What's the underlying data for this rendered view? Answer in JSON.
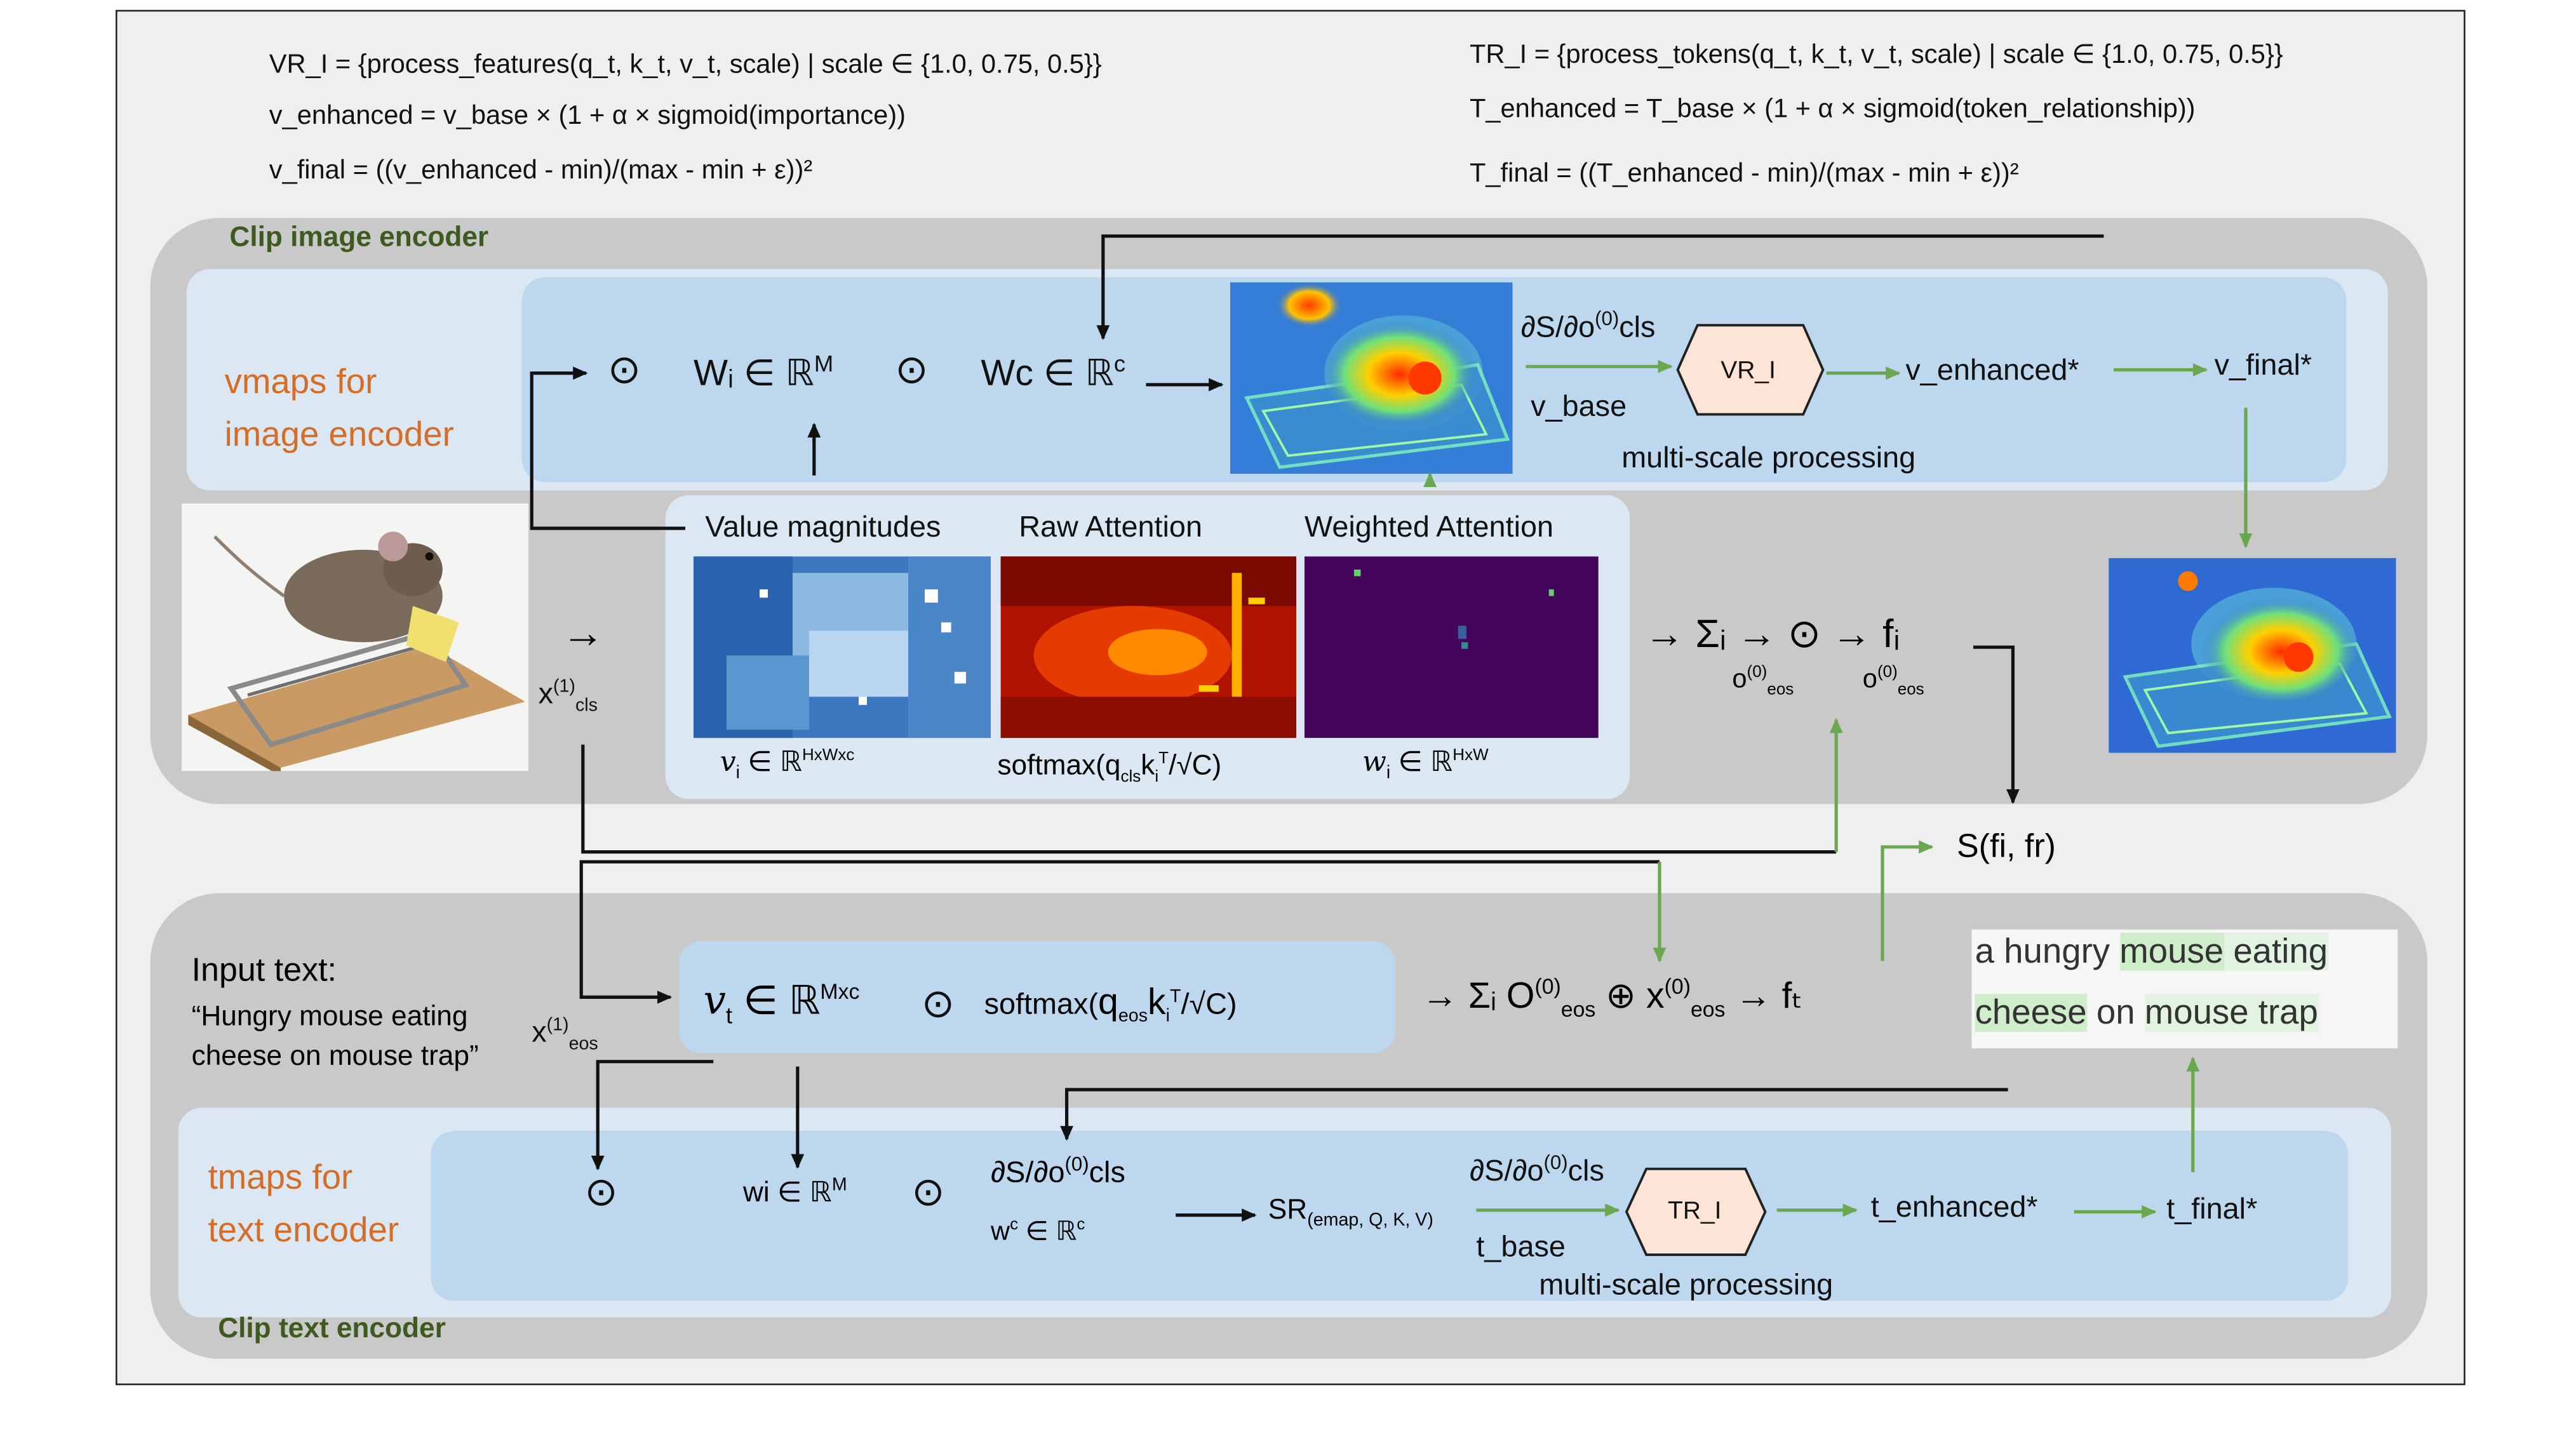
{
  "formulas_left": [
    "VR_I = {process_features(q_t, k_t, v_t, scale) | scale ∈ {1.0, 0.75, 0.5}}",
    "v_enhanced = v_base × (1 + α × sigmoid(importance))",
    "v_final = ((v_enhanced - min)/(max - min + ε))²"
  ],
  "formulas_right": [
    "TR_I = {process_tokens(q_t, k_t, v_t, scale) | scale ∈ {1.0, 0.75, 0.5}}",
    "T_enhanced = T_base × (1 + α × sigmoid(token_relationship))",
    "T_final = ((T_enhanced - min)/(max - min + ε))²"
  ],
  "image_encoder": {
    "title": "Clip image encoder",
    "vmaps_line1": "vmaps for",
    "vmaps_line2": "image encoder",
    "odot": "⊙",
    "wi_base": "Wᵢ ∈ ℝ",
    "wi_sup": "M",
    "wc_base": "Wc ∈ ℝ",
    "wc_sup": "c",
    "grad_base": "∂S/∂o",
    "grad_sup": "(0)",
    "grad_tail": "cls",
    "v_base": "v_base",
    "hex_label": "VR_I",
    "v_enhanced": "v_enhanced*",
    "v_final": "v_final*",
    "multi_scale": "multi-scale processing",
    "arrow_sym": "→",
    "x_cls_base": "x",
    "x_cls_sup": "(1)",
    "x_cls_sub": "cls",
    "heat_titles": [
      "Value magnitudes",
      "Raw Attention",
      "Weighted Attention"
    ],
    "vi_base": "v",
    "vi_sub": "i",
    "vi_rest": " ∈ ℝ",
    "vi_sup": "HxWxc",
    "softmax_label": "softmax(q",
    "softmax_sub": "cls",
    "softmax_mid": "k",
    "softmax_sub2": "i",
    "softmax_sup": "T",
    "softmax_tail": "/√C)",
    "wi2_base": "w",
    "wi2_sub": "i",
    "wi2_rest": " ∈ ℝ",
    "wi2_sup": "HxW",
    "sum_chain": "→ Σᵢ → ⊙ → fᵢ",
    "o_eos_base": "o",
    "o_eos_sup": "(0)",
    "o_eos_sub": "eos"
  },
  "similarity": "S(fi, fr)",
  "text_encoder": {
    "title": "Clip text encoder",
    "input_title": "Input text:",
    "input_line1": "“Hungry mouse eating",
    "input_line2": "cheese on mouse trap”",
    "x_eos_base": "x",
    "x_eos_sup": "(1)",
    "x_eos_sub": "eos",
    "vt_base": "v",
    "vt_sub": "t",
    "vt_rest": " ∈ ℝ",
    "vt_sup": "Mxc",
    "odot": "⊙",
    "softmax_pre": "softmax(",
    "softmax_q": "q",
    "softmax_qsub": "eos",
    "softmax_k": "k",
    "softmax_ksub": "i",
    "softmax_sup": "T",
    "softmax_tail": "/√C)",
    "sum_part": "→ Σᵢ O",
    "sum_sup": "(0)",
    "sum_sub": "eos",
    "oplus": " ⊕ x",
    "oplus_sup": "(0)",
    "oplus_sub": "eos",
    "ft": " → fₜ",
    "caption_parts": [
      "a hungry ",
      "mouse",
      " eating",
      "cheese",
      " on ",
      "mouse trap"
    ],
    "tmaps_line1": "tmaps for",
    "tmaps_line2": "text encoder",
    "wi_base": "wi ∈ ℝ",
    "wi_sup": "M",
    "grad_base": "∂S/∂o",
    "grad_sup": "(0)",
    "grad_tail": "cls",
    "wc_base": "w",
    "wc_sup": "c",
    "wc_rest": " ∈ ℝ",
    "wc_sup2": "c",
    "sr_base": "SR",
    "sr_sub": "(emap, Q, K, V)",
    "t_base": "t_base",
    "hex_label": "TR_I",
    "t_enhanced": "t_enhanced*",
    "t_final": "t_final*",
    "multi_scale": "multi-scale processing"
  },
  "colors": {
    "panel_gray": "#c9c9c9",
    "band_blue": "#dbe8f4",
    "green_arrow": "#6aa84f",
    "orange_text": "#d66d27",
    "title_green": "#3e5a1e",
    "hex_fill": "#fce4d6"
  }
}
